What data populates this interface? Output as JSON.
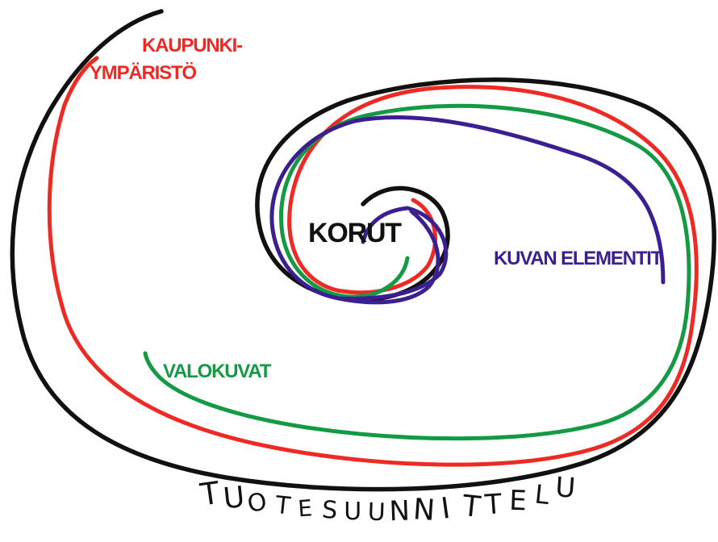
{
  "diagram": {
    "colors": {
      "black": "#111111",
      "red": "#ee2a24",
      "green": "#149a45",
      "purple": "#3b1e8f"
    },
    "labels": {
      "center": "KORUT",
      "red_line1": "KAUPUNKI-",
      "red_line2": "YMPÄRISTÖ",
      "purple": "KUVAN ELEMENTIT",
      "green": "VALOKUVAT",
      "bottom": [
        "T",
        "U",
        "O",
        "T",
        "E",
        "S",
        "U",
        "U",
        "N",
        "N",
        "I",
        "T",
        "T",
        "E",
        "L",
        "U"
      ]
    }
  }
}
